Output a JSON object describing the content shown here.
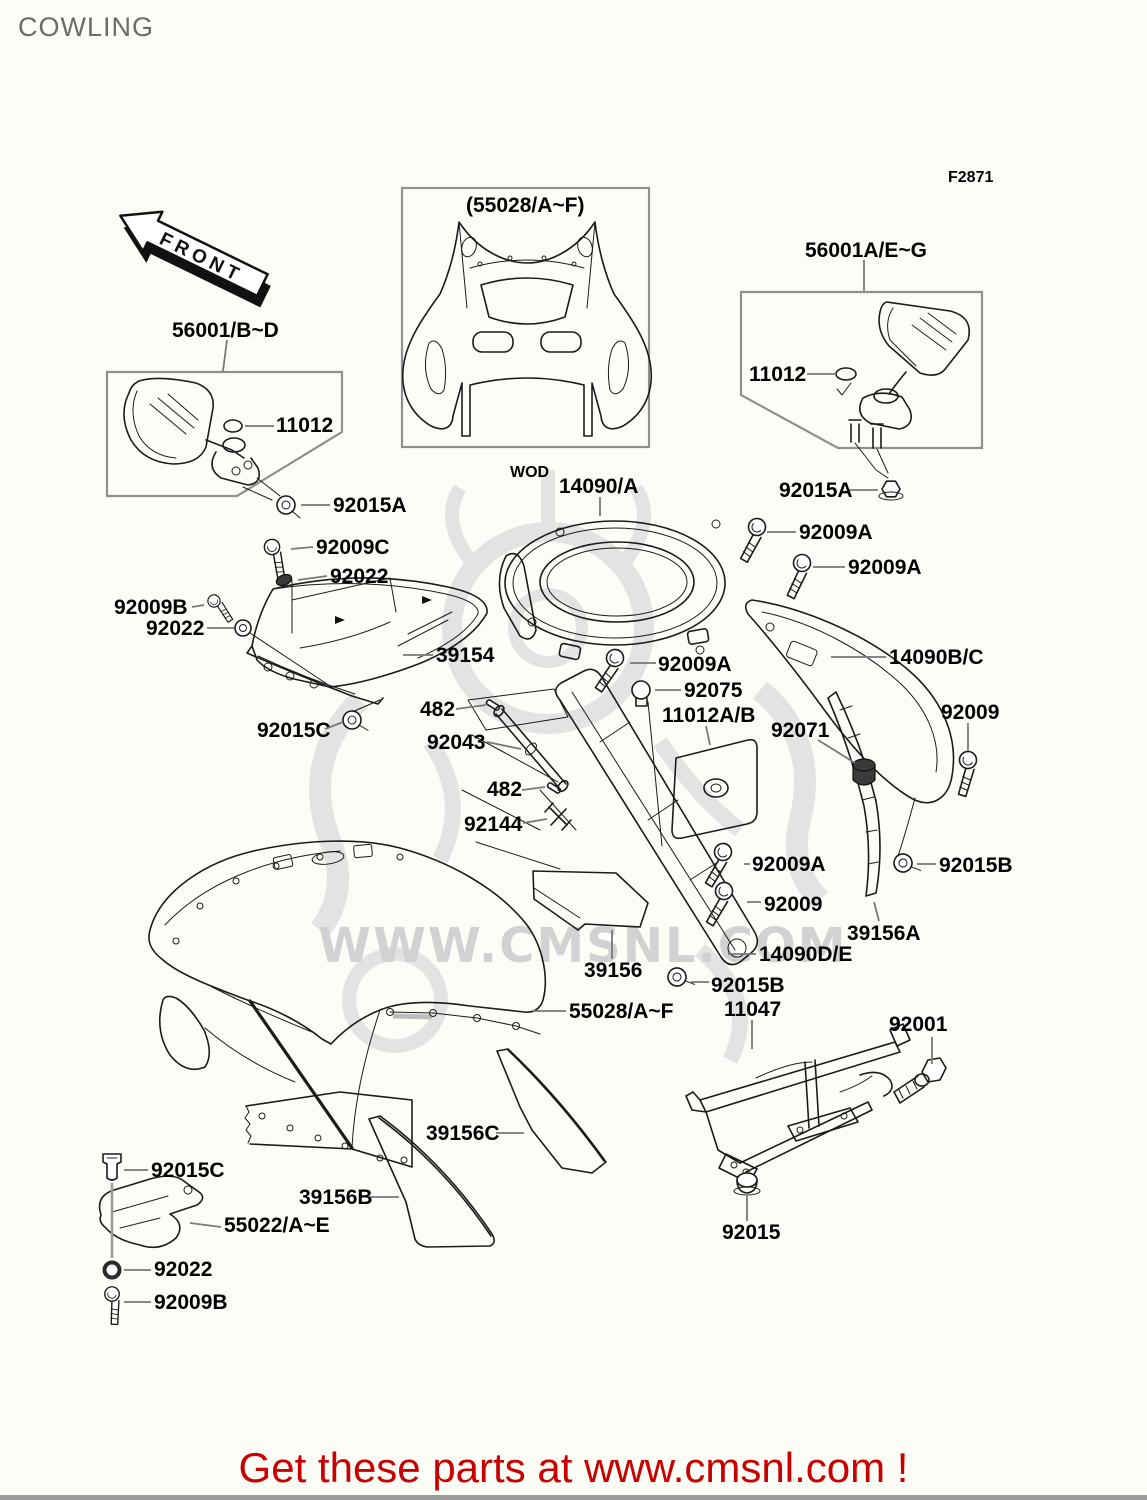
{
  "page": {
    "title": "COWLING",
    "figure_code": "F2871",
    "front_marker": "FRONT"
  },
  "boxes": {
    "left_mirror": {
      "ref": "56001/B~D"
    },
    "front_cowling": {
      "ref": "(55028/A~F)",
      "caption": "WOD"
    },
    "right_mirror": {
      "ref": "56001A/E~G"
    }
  },
  "watermark": {
    "text": "WWW.CMSNL.COM"
  },
  "footer": {
    "text": "Get these parts at www.cmsnl.com !"
  },
  "labels": [
    {
      "id": "11012-left",
      "text": "11012"
    },
    {
      "id": "92015A-left",
      "text": "92015A"
    },
    {
      "id": "92009C",
      "text": "92009C"
    },
    {
      "id": "92022-top",
      "text": "92022"
    },
    {
      "id": "92009B-left",
      "text": "92009B"
    },
    {
      "id": "92022-left",
      "text": "92022"
    },
    {
      "id": "39154",
      "text": "39154"
    },
    {
      "id": "92015C-shield",
      "text": "92015C"
    },
    {
      "id": "11012-right",
      "text": "11012"
    },
    {
      "id": "92015A-right",
      "text": "92015A"
    },
    {
      "id": "14090-A",
      "text": "14090/A"
    },
    {
      "id": "92009A-1",
      "text": "92009A"
    },
    {
      "id": "92009A-2",
      "text": "92009A"
    },
    {
      "id": "14090B-C",
      "text": "14090B/C"
    },
    {
      "id": "92009-right",
      "text": "92009"
    },
    {
      "id": "482-1",
      "text": "482"
    },
    {
      "id": "92043",
      "text": "92043"
    },
    {
      "id": "482-2",
      "text": "482"
    },
    {
      "id": "92144",
      "text": "92144"
    },
    {
      "id": "92075",
      "text": "92075"
    },
    {
      "id": "11012A-B",
      "text": "11012A/B"
    },
    {
      "id": "92071",
      "text": "92071"
    },
    {
      "id": "92015B-right",
      "text": "92015B"
    },
    {
      "id": "39156A",
      "text": "39156A"
    },
    {
      "id": "92009A-3",
      "text": "92009A"
    },
    {
      "id": "92009-mid",
      "text": "92009"
    },
    {
      "id": "39156",
      "text": "39156"
    },
    {
      "id": "14090D-E",
      "text": "14090D/E"
    },
    {
      "id": "92015B-mid",
      "text": "92015B"
    },
    {
      "id": "55028-A-F",
      "text": "55028/A~F"
    },
    {
      "id": "11047",
      "text": "11047"
    },
    {
      "id": "92001",
      "text": "92001"
    },
    {
      "id": "39156C",
      "text": "39156C"
    },
    {
      "id": "92015C-bottom",
      "text": "92015C"
    },
    {
      "id": "39156B",
      "text": "39156B"
    },
    {
      "id": "55022-A-E",
      "text": "55022/A~E"
    },
    {
      "id": "92022-bottom",
      "text": "92022"
    },
    {
      "id": "92009B-bottom",
      "text": "92009B"
    },
    {
      "id": "92015",
      "text": "92015"
    },
    {
      "id": "92009A-4",
      "text": "92009A"
    }
  ]
}
